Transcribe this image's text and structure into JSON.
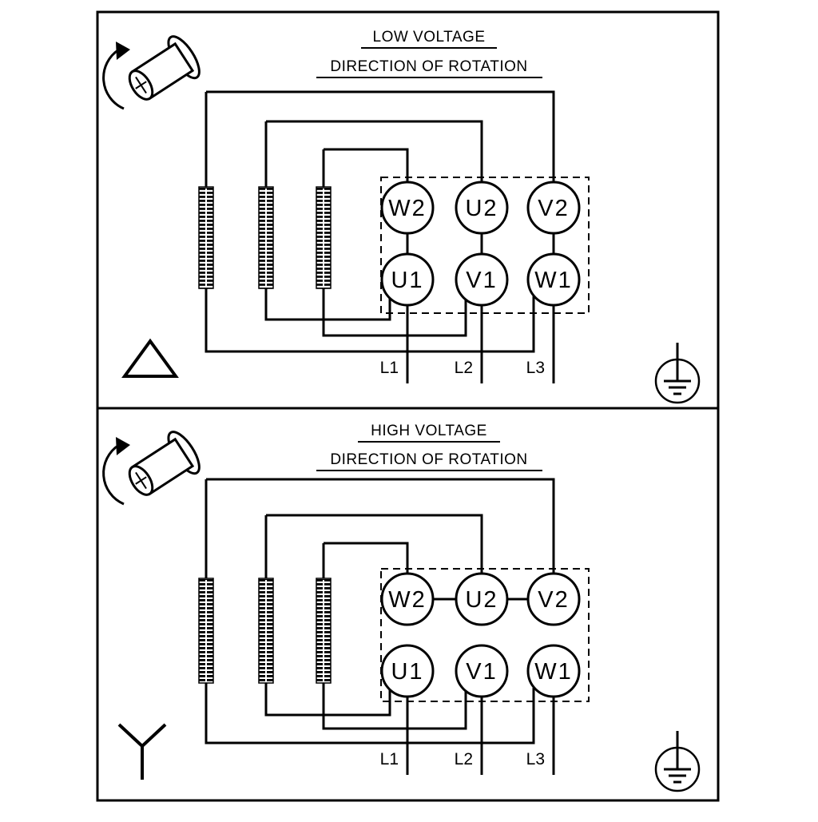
{
  "diagram": {
    "panels": [
      {
        "title": "LOW VOLTAGE",
        "subtitle": "DIRECTION OF ROTATION",
        "connection_symbol": "delta",
        "terminals_top": [
          "W2",
          "U2",
          "V2"
        ],
        "terminals_bottom": [
          "U1",
          "V1",
          "W1"
        ],
        "line_labels": [
          "L1",
          "L2",
          "L3"
        ]
      },
      {
        "title": "HIGH VOLTAGE",
        "subtitle": "DIRECTION OF ROTATION",
        "connection_symbol": "star",
        "terminals_top": [
          "W2",
          "U2",
          "V2"
        ],
        "terminals_bottom": [
          "U1",
          "V1",
          "W1"
        ],
        "line_labels": [
          "L1",
          "L2",
          "L3"
        ]
      }
    ],
    "colors": {
      "line": "#000000",
      "background": "#ffffff"
    }
  }
}
